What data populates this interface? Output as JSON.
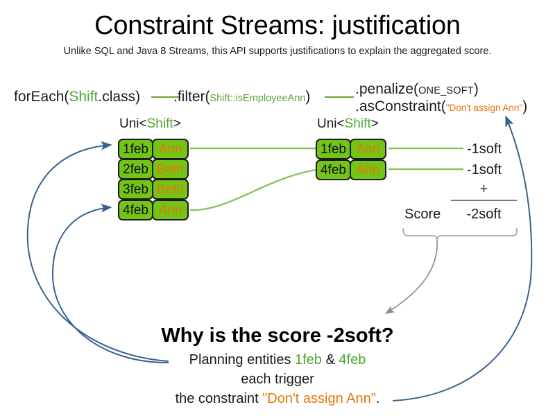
{
  "slide": {
    "title": "Constraint Streams: justification",
    "subtitle": "Unlike SQL and Java 8 Streams, this API supports justifications to explain the aggregated score."
  },
  "colors": {
    "green_text": "#4ea72e",
    "green_box": "#72c417",
    "green_line": "#8cbf5a",
    "orange": "#e8740c",
    "blue_arrow": "#37618f",
    "gray_arrow": "#8c8c8c",
    "box_border": "#1c1c1c"
  },
  "code": {
    "foreach": {
      "call": "forEach(",
      "type": "Shift",
      "rest": ".class)"
    },
    "filter": {
      "call": ".filter(",
      "arg": "Shift::isEmployeeAnn",
      "rest": ")"
    },
    "penalize": {
      "call": ".penalize(",
      "arg": "ONE_SOFT",
      "rest": ")"
    },
    "as_constraint": {
      "call": ".asConstraint(",
      "arg": "\"Don't assign Ann\"",
      "rest": ")"
    }
  },
  "streams": {
    "left": {
      "caption": {
        "prefix": "Uni<",
        "type": "Shift",
        "suffix": ">"
      },
      "rows": [
        {
          "date": "1feb",
          "employee": "Ann"
        },
        {
          "date": "2feb",
          "employee": "Beth"
        },
        {
          "date": "3feb",
          "employee": "Beth"
        },
        {
          "date": "4feb",
          "employee": "Ann"
        }
      ]
    },
    "right": {
      "caption": {
        "prefix": "Uni<",
        "type": "Shift",
        "suffix": ">"
      },
      "rows": [
        {
          "date": "1feb",
          "employee": "Ann"
        },
        {
          "date": "4feb",
          "employee": "Ann"
        }
      ]
    }
  },
  "score": {
    "penalties": [
      "-1soft",
      "-1soft"
    ],
    "operator": "+",
    "label": "Score",
    "total": "-2soft"
  },
  "explanation": {
    "heading": "Why is the score -2soft?",
    "line1": {
      "prefix": "Planning entities ",
      "entity_a": "1feb",
      "amp": " & ",
      "entity_b": "4feb"
    },
    "line2": "each trigger",
    "line3": {
      "prefix": "the constraint ",
      "constraint": "\"Don't assign Ann\"",
      "suffix": "."
    }
  }
}
